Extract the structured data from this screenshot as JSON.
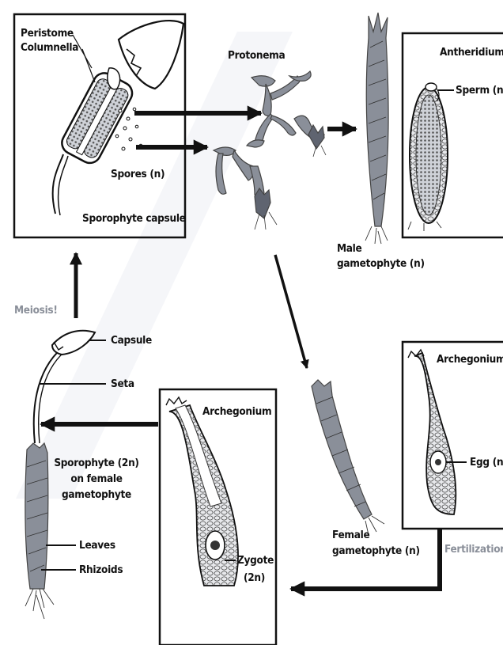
{
  "labels": {
    "peristome": "Peristome",
    "columnella": "Columnella",
    "spores": "Spores (n)",
    "sporophyte_capsule": "Sporophyte capsule",
    "protonema": "Protonema",
    "antheridium": "Antheridium",
    "sperm": "Sperm (n)",
    "male_gametophyte_1": "Male",
    "male_gametophyte_2": "gametophyte (n)",
    "meiosis": "Meiosis!",
    "capsule": "Capsule",
    "seta": "Seta",
    "archegonium_left": "Archegonium",
    "archegonium_right": "Archegonium",
    "egg": "Egg (n)",
    "sporophyte_1": "Sporophyte (2n)",
    "sporophyte_2": "on female",
    "sporophyte_3": "gametophyte",
    "leaves": "Leaves",
    "rhizoids": "Rhizoids",
    "zygote_1": "Zygote",
    "zygote_2": "(2n)",
    "female_gametophyte_1": "Female",
    "female_gametophyte_2": "gametophyte (n)",
    "fertilization": "Fertilization"
  },
  "colors": {
    "ink": "#111111",
    "plant_fill": "#8a8f99",
    "plant_dark": "#5f6470",
    "gray_text": "#8a8f99"
  }
}
